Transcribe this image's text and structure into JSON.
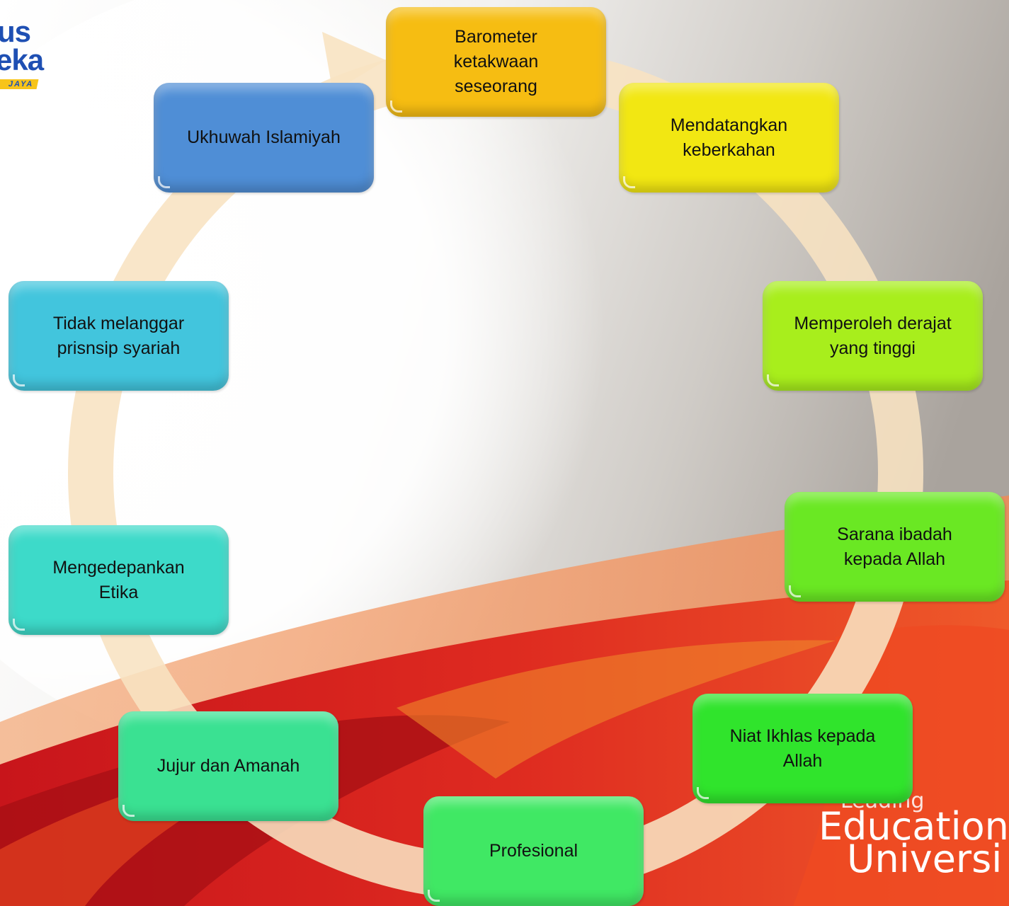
{
  "logo": {
    "line1": "us",
    "line2": "eka",
    "tag": "JAYA"
  },
  "brand": {
    "line1": "Leading",
    "line2": "Education",
    "line3": "Universi"
  },
  "cycle": {
    "nodes": [
      {
        "label": "Barometer\nketakwaan\nseseorang",
        "color": "#f6bd12"
      },
      {
        "label": "Mendatangkan\nkeberkahan",
        "color": "#f2e712"
      },
      {
        "label": "Memperoleh derajat\nyang tinggi",
        "color": "#a8ee1c"
      },
      {
        "label": "Sarana ibadah\nkepada Allah",
        "color": "#6ae823"
      },
      {
        "label": "Niat Ikhlas kepada\nAllah",
        "color": "#30e42c"
      },
      {
        "label": "Profesional",
        "color": "#40e864"
      },
      {
        "label": "Jujur dan Amanah",
        "color": "#3ae192"
      },
      {
        "label": "Mengedepankan\nEtika",
        "color": "#3ddac9"
      },
      {
        "label": "Tidak melanggar\nprisnsip syariah",
        "color": "#42c5dd"
      },
      {
        "label": "Ukhuwah Islamiyah",
        "color": "#4f8ed6"
      }
    ]
  }
}
